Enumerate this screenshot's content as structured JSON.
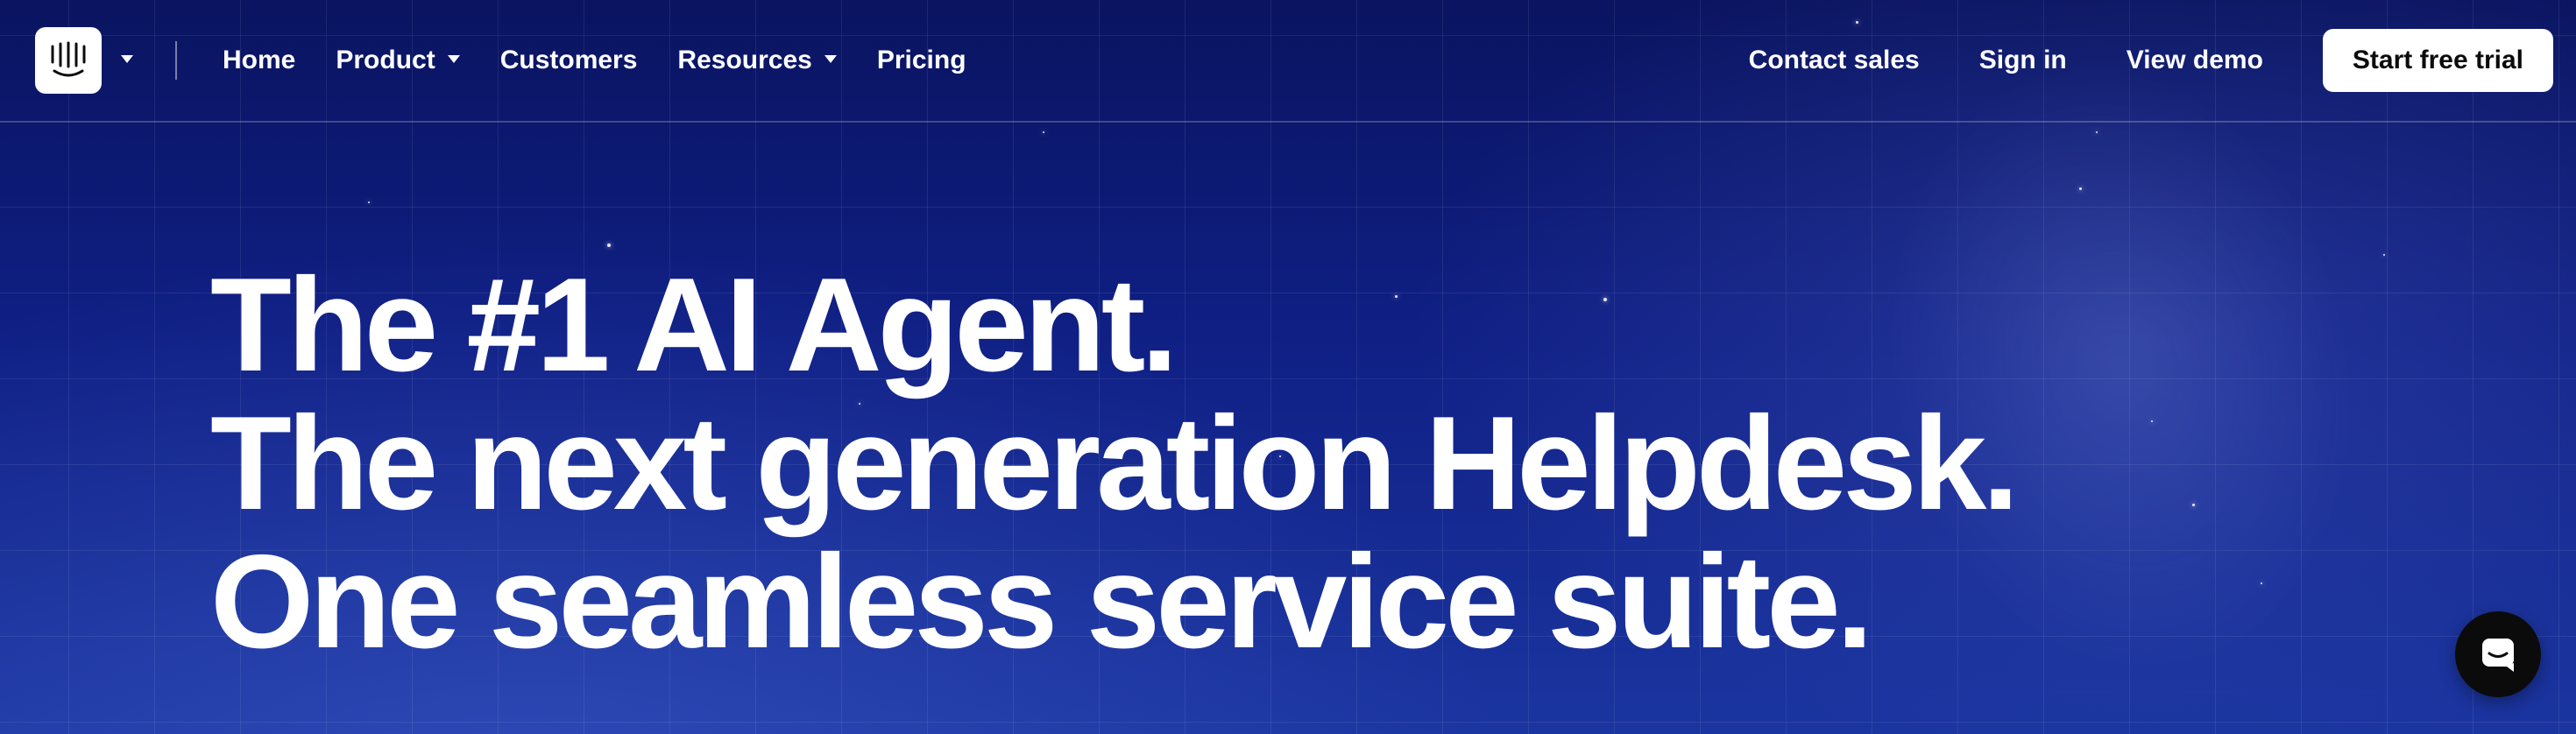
{
  "nav": {
    "logo_icon": "intercom-logo-icon",
    "logo_menu_icon": "chevron-down-icon",
    "links": [
      {
        "label": "Home",
        "has_dropdown": false
      },
      {
        "label": "Product",
        "has_dropdown": true
      },
      {
        "label": "Customers",
        "has_dropdown": false
      },
      {
        "label": "Resources",
        "has_dropdown": true
      },
      {
        "label": "Pricing",
        "has_dropdown": false
      }
    ],
    "right_links": [
      {
        "label": "Contact sales"
      },
      {
        "label": "Sign in"
      },
      {
        "label": "View demo"
      }
    ],
    "cta_label": "Start free trial"
  },
  "hero": {
    "line1": "The #1 AI Agent.",
    "line2": "The next generation Helpdesk.",
    "line3": "One seamless service suite."
  },
  "chat_launcher": {
    "icon": "chat-bubble-icon"
  },
  "colors": {
    "background": "#0f1d7a",
    "text": "#ffffff",
    "cta_background": "#ffffff",
    "cta_text": "#0b0b0b",
    "chat_launcher": "#0b0b0b"
  }
}
